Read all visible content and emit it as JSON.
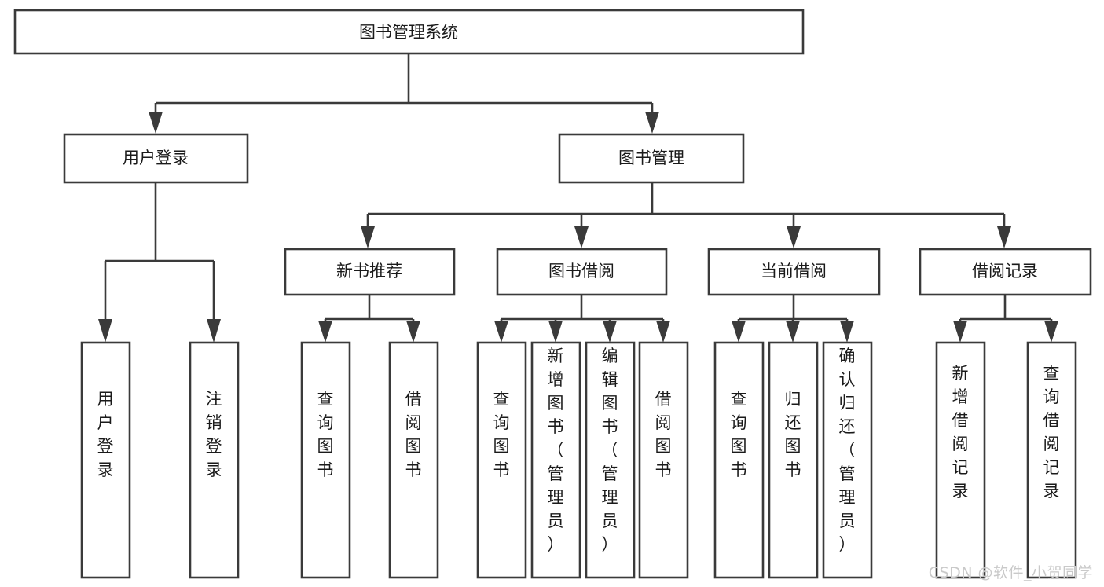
{
  "diagram": {
    "type": "tree",
    "title": "图书管理系统",
    "watermark": "CSDN @软件_小贺同学",
    "colors": {
      "stroke": "#3a3a3a",
      "fill": "#ffffff",
      "text": "#1a1a1a",
      "watermark": "#c9c9c9"
    },
    "root": {
      "label": "图书管理系统"
    },
    "level2": [
      {
        "label": "用户登录"
      },
      {
        "label": "图书管理"
      }
    ],
    "level3": [
      {
        "label": "新书推荐"
      },
      {
        "label": "图书借阅"
      },
      {
        "label": "当前借阅"
      },
      {
        "label": "借阅记录"
      }
    ],
    "leaves": {
      "user_login": [
        {
          "label": "用户登录"
        },
        {
          "label": "注销登录"
        }
      ],
      "new_book_recommend": [
        {
          "label": "查询图书"
        },
        {
          "label": "借阅图书"
        }
      ],
      "book_borrow": [
        {
          "label": "查询图书"
        },
        {
          "label": "新增图书（管理员）"
        },
        {
          "label": "编辑图书（管理员）"
        },
        {
          "label": "借阅图书"
        }
      ],
      "current_borrow": [
        {
          "label": "查询图书"
        },
        {
          "label": "归还图书"
        },
        {
          "label": "确认归还（管理员）"
        }
      ],
      "borrow_record": [
        {
          "label": "新增借阅记录"
        },
        {
          "label": "查询借阅记录"
        }
      ]
    }
  }
}
